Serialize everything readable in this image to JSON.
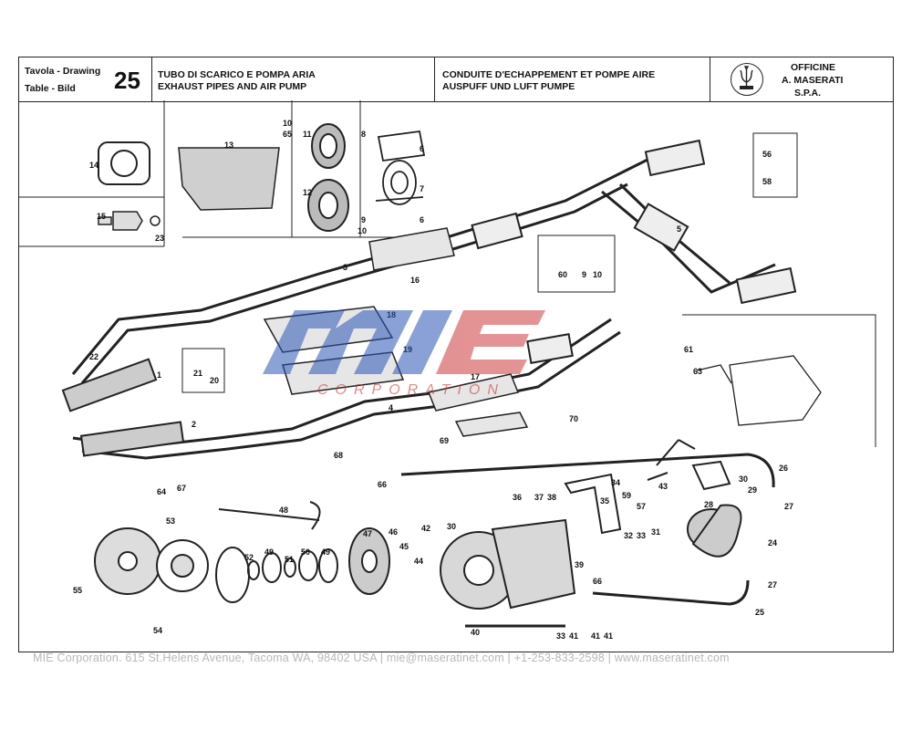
{
  "header": {
    "label_it": "Tavola - Drawing",
    "label_de": "Table - Bild",
    "table_number": "25",
    "title_line1": "TUBO DI SCARICO E POMPA ARIA",
    "title_line2": "EXHAUST PIPES AND AIR PUMP",
    "title_fr": "CONDUITE D'ECHAPPEMENT ET POMPE AIRE",
    "title_de": "AUSPUFF UND LUFT PUMPE",
    "company_line1": "OFFICINE",
    "company_line2": "A. MASERATI",
    "company_line3": "S.P.A."
  },
  "watermark": {
    "brand": "MIE",
    "sub": "CORPORATION"
  },
  "footer": "MIE Corporation. 615 St.Helens Avenue, Tacoma WA, 98402 USA  |  mie@maseratinet.com  |  +1-253-833-2598  |  www.maseratinet.com",
  "callouts": [
    "10",
    "65",
    "13",
    "11",
    "8",
    "6",
    "14",
    "7",
    "12",
    "9",
    "6",
    "10",
    "15",
    "23",
    "3",
    "16",
    "5",
    "56",
    "58",
    "60",
    "9",
    "10",
    "18",
    "19",
    "22",
    "1",
    "21",
    "20",
    "17",
    "4",
    "2",
    "68",
    "69",
    "70",
    "61",
    "63",
    "66",
    "36",
    "37",
    "38",
    "34",
    "35",
    "59",
    "57",
    "43",
    "28",
    "30",
    "29",
    "26",
    "27",
    "64",
    "67",
    "53",
    "48",
    "46",
    "42",
    "30",
    "45",
    "39",
    "44",
    "47",
    "49",
    "52",
    "51",
    "50",
    "49",
    "55",
    "54",
    "32",
    "33",
    "31",
    "24",
    "27",
    "25",
    "40",
    "33",
    "41",
    "41",
    "41",
    "66"
  ]
}
